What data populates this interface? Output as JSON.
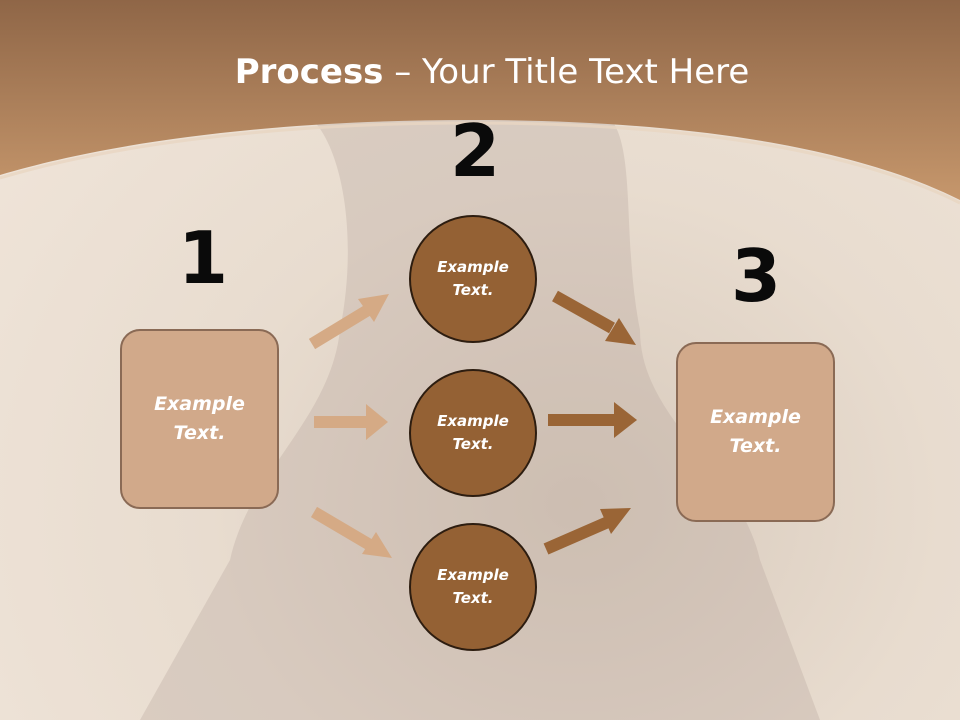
{
  "title": {
    "bold": "Process",
    "rest": " – Your Title Text Here"
  },
  "steps": {
    "one": "1",
    "two": "2",
    "three": "3"
  },
  "left_box": {
    "line1": "Example",
    "line2": "Text."
  },
  "right_box": {
    "line1": "Example",
    "line2": "Text."
  },
  "circles": [
    {
      "line1": "Example",
      "line2": "Text."
    },
    {
      "line1": "Example",
      "line2": "Text."
    },
    {
      "line1": "Example",
      "line2": "Text."
    }
  ],
  "colors": {
    "header": "#b98559",
    "box_fill": "#d1a98a",
    "circle_fill": "#946134",
    "arrow_light": "#d5aa85",
    "arrow_dark": "#9a6536"
  }
}
